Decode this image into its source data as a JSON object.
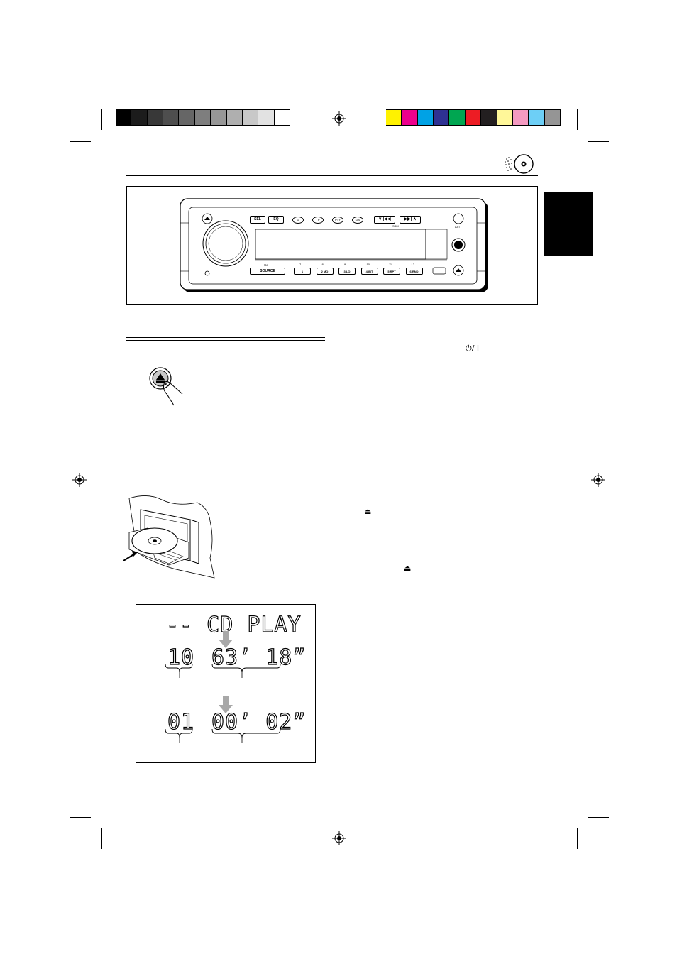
{
  "colors": {
    "gray_bar": [
      "#000000",
      "#1c1c1c",
      "#383838",
      "#4e4e4e",
      "#666666",
      "#7e7e7e",
      "#979797",
      "#afafaf",
      "#c8c8c8",
      "#e2e2e2",
      "#ffffff"
    ],
    "color_bar": [
      "#fff200",
      "#ec008c",
      "#00a2e5",
      "#2e3192",
      "#00a651",
      "#ed1c24",
      "#231f20",
      "#fff799",
      "#f49ac1",
      "#6dcff6",
      "#959595"
    ],
    "arrow_gray": "#a8a8a8",
    "ink": "#000000"
  },
  "icons": {
    "header": "cd-disc-icon",
    "eject": "eject-icon",
    "power": "power-standby-icon",
    "registration": "registration-mark-icon"
  },
  "faceplate": {
    "buttons": {
      "sel": "SEL",
      "eq": "EQ",
      "source": "SOURCE",
      "presets": [
        "1",
        "2",
        "3",
        "4",
        "5",
        "6"
      ],
      "preset_sub": [
        "",
        "MO",
        "LO",
        "INT",
        "RPT",
        "RND"
      ],
      "top_numbers": [
        "7",
        "8",
        "9",
        "10",
        "11",
        "12"
      ],
      "round": [
        "D",
        "TP",
        "PTY",
        "D/S"
      ],
      "power_label": "⏻/I",
      "att": "ATT",
      "ssm": "SSM"
    }
  },
  "text_glyphs": {
    "power_standby": "⏻/ I",
    "eject_1": "⏏",
    "eject_2": "⏏"
  },
  "lcd": {
    "line1": "-- CD PLAY",
    "total_tracks": "10",
    "total_time": "63’ 18”",
    "current_track": "01",
    "elapsed_time": "00’ 02”"
  }
}
